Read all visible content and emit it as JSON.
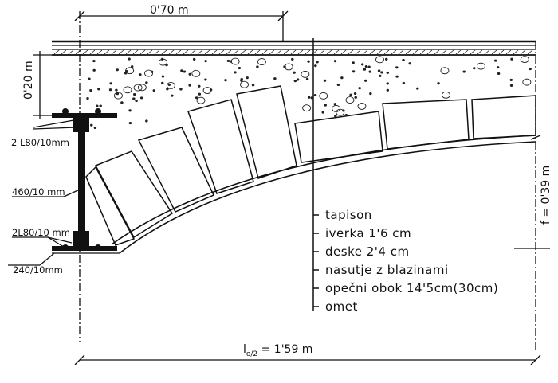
{
  "dimensions": {
    "width_top": "0'70 m",
    "fill_height": "0'20 m",
    "rise": "f = 0'39 m",
    "half_span": "l",
    "half_span_sub": "o/2",
    "half_span_value": " = 1'59 m"
  },
  "beam_labels": {
    "top_angles": "2 L80/10mm",
    "web": "460/10 mm",
    "bottom_angles": "2L80/10 mm",
    "bottom_flange": "240/10mm"
  },
  "layers": [
    "tapison",
    "iverka  1'6 cm",
    "deske  2'4 cm",
    "nasutje z blazinami",
    "opečni  obok  14'5cm(30cm)",
    "omet"
  ]
}
